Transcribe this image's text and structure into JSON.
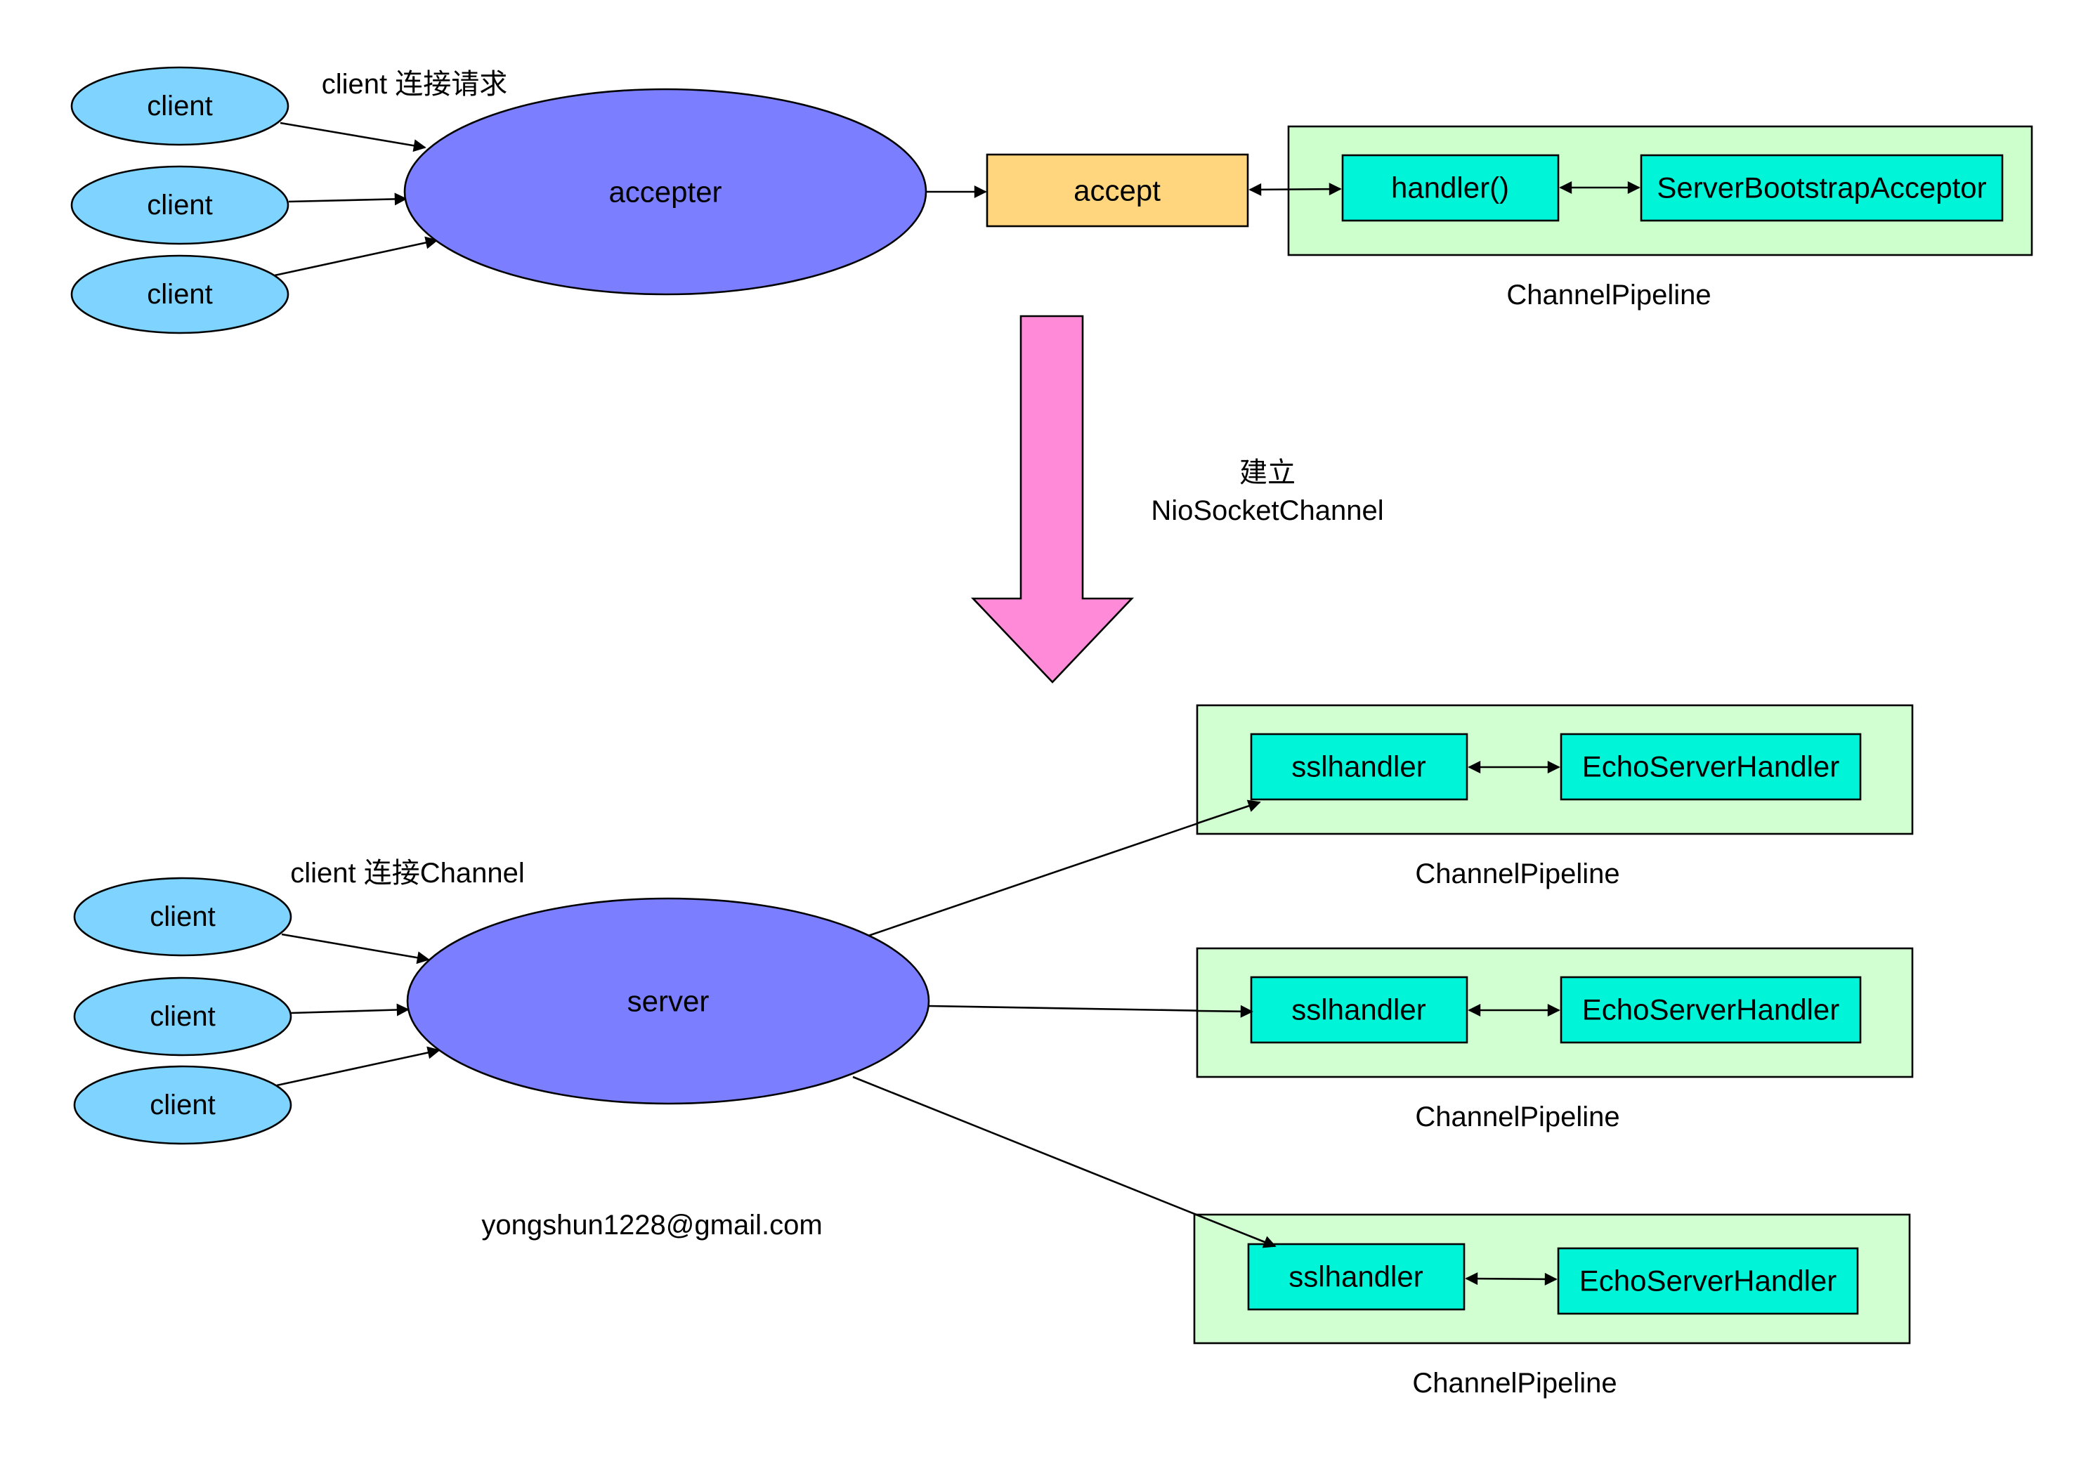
{
  "top": {
    "clients": [
      "client",
      "client",
      "client"
    ],
    "request_label": "client 连接请求",
    "accepter_label": "accepter",
    "accept_label": "accept",
    "handler_label": "handler()",
    "acceptor_label": "ServerBootstrapAcceptor",
    "pipeline_label": "ChannelPipeline"
  },
  "transition": {
    "line1": "建立",
    "line2": "NioSocketChannel"
  },
  "bottom": {
    "clients": [
      "client",
      "client",
      "client"
    ],
    "channel_label": "client 连接Channel",
    "server_label": "server",
    "pipelines": [
      {
        "ssl_label": "sslhandler",
        "echo_label": "EchoServerHandler",
        "pipeline_label": "ChannelPipeline"
      },
      {
        "ssl_label": "sslhandler",
        "echo_label": "EchoServerHandler",
        "pipeline_label": "ChannelPipeline"
      },
      {
        "ssl_label": "sslhandler",
        "echo_label": "EchoServerHandler",
        "pipeline_label": "ChannelPipeline"
      }
    ]
  },
  "email": "yongshun1228@gmail.com",
  "colors": {
    "client_fill": "#7fd3ff",
    "server_fill": "#7b7fff",
    "accept_fill": "#ffd57e",
    "handler_fill": "#00f5d8",
    "pipeline_fill": "#ccffcc",
    "arrow_fill": "#ff8ad8",
    "line": "#000000"
  }
}
